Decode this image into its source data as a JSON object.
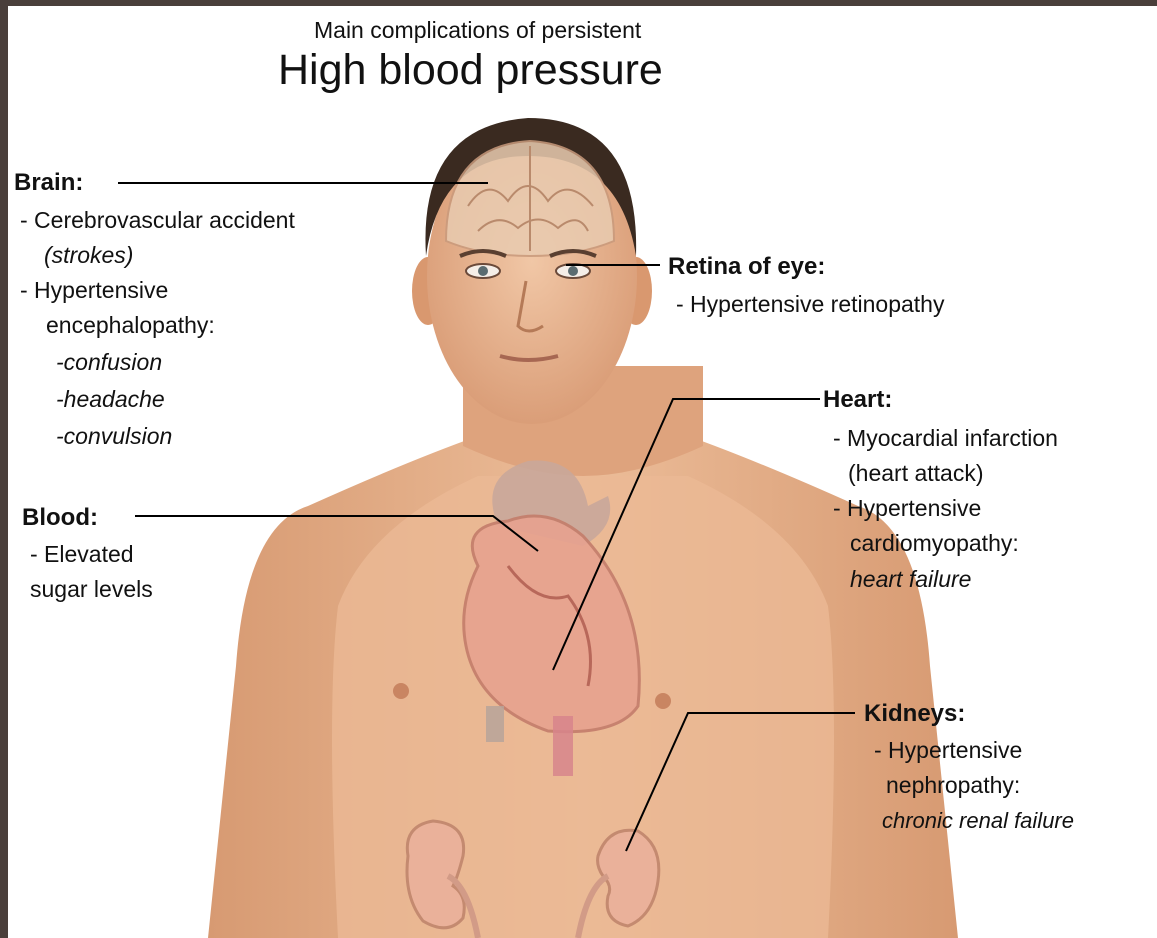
{
  "title": {
    "subtitle": "Main complications of persistent",
    "main": "High blood pressure"
  },
  "labels": {
    "brain": {
      "heading": "Brain:",
      "line1": "- Cerebrovascular accident",
      "line2": "(strokes)",
      "line3": "- Hypertensive",
      "line4": "encephalopathy:",
      "line5": "-confusion",
      "line6": "-headache",
      "line7": "-convulsion"
    },
    "retina": {
      "heading": "Retina of eye:",
      "line1": "- Hypertensive retinopathy"
    },
    "heart": {
      "heading": "Heart:",
      "line1": "- Myocardial infarction",
      "line2": "(heart attack)",
      "line3": "- Hypertensive",
      "line4": "cardiomyopathy:",
      "line5": "heart failure"
    },
    "blood": {
      "heading": "Blood:",
      "line1": "- Elevated",
      "line2": "sugar levels"
    },
    "kidneys": {
      "heading": "Kidneys:",
      "line1": "- Hypertensive",
      "line2": "nephropathy:",
      "line3": "chronic renal failure"
    }
  },
  "colors": {
    "skin": "#e8b48f",
    "skin_shade": "#d99a72",
    "hair": "#3a2a20",
    "brain": "#e9cbb0",
    "heart": "#e7a28f",
    "kidney": "#eab19a",
    "leader": "#000000",
    "frame": "#4a3f3b"
  }
}
